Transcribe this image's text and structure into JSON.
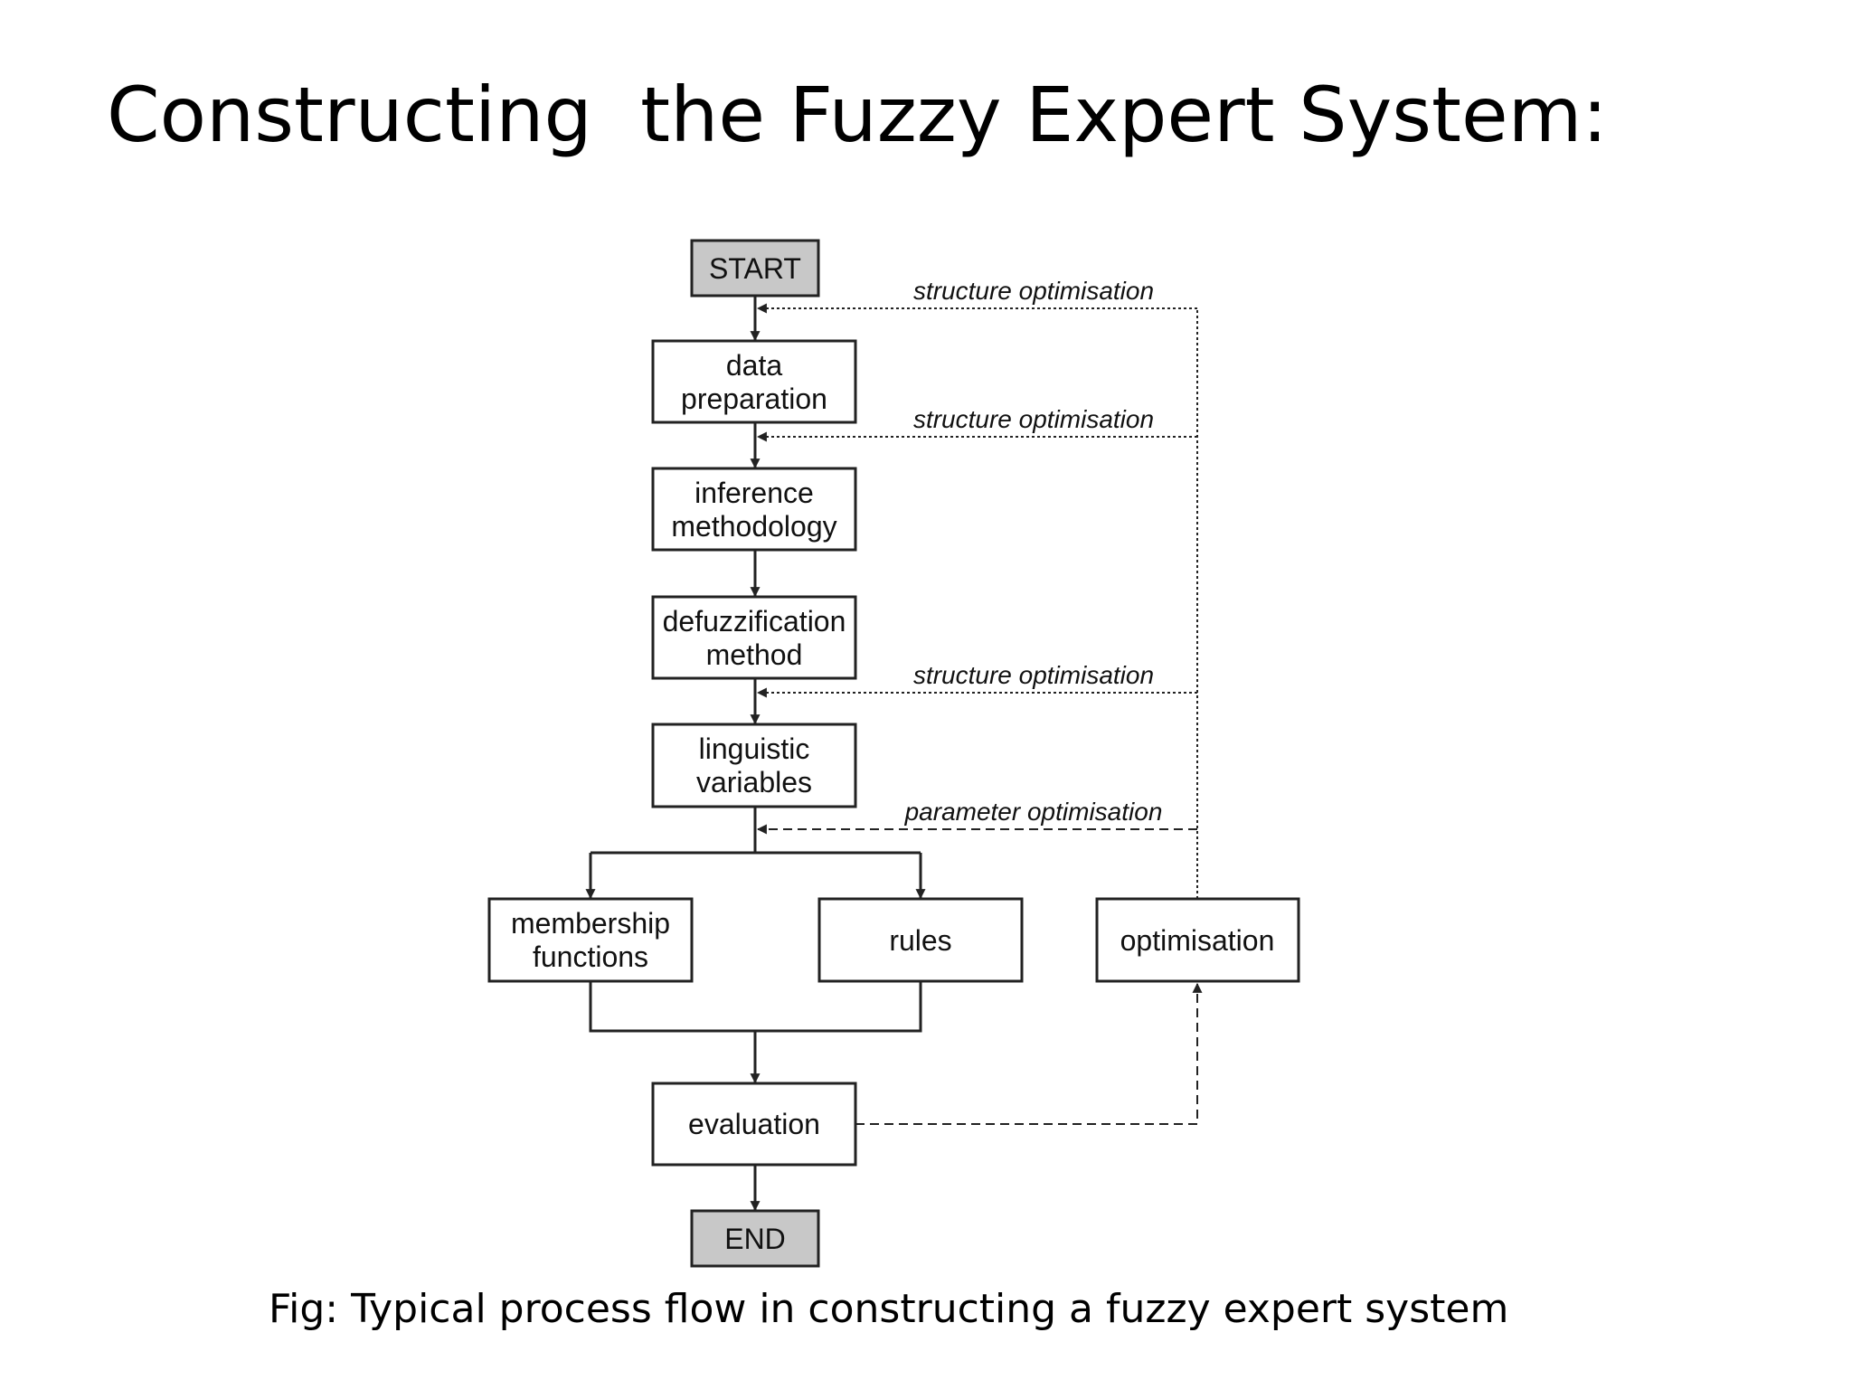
{
  "title": "Constructing  the Fuzzy Expert System:",
  "diagram": {
    "start_label": "START",
    "end_label": "END",
    "steps": {
      "data_preparation": [
        "data",
        "preparation"
      ],
      "inference_methodology": [
        "inference",
        "methodology"
      ],
      "defuzzification_method": [
        "defuzzification",
        "method"
      ],
      "linguistic_variables": [
        "linguistic",
        "variables"
      ],
      "membership_functions": [
        "membership",
        "functions"
      ],
      "rules": "rules",
      "optimisation": "optimisation",
      "evaluation": "evaluation"
    },
    "feedback_labels": {
      "structure_1": "structure optimisation",
      "structure_2": "structure optimisation",
      "structure_3": "structure optimisation",
      "parameter": "parameter optimisation"
    },
    "colors": {
      "terminal_fill": "#c8c8c8",
      "box_fill": "#ffffff",
      "stroke": "#222222"
    }
  },
  "caption": "Fig: Typical process flow in constructing a fuzzy expert system"
}
